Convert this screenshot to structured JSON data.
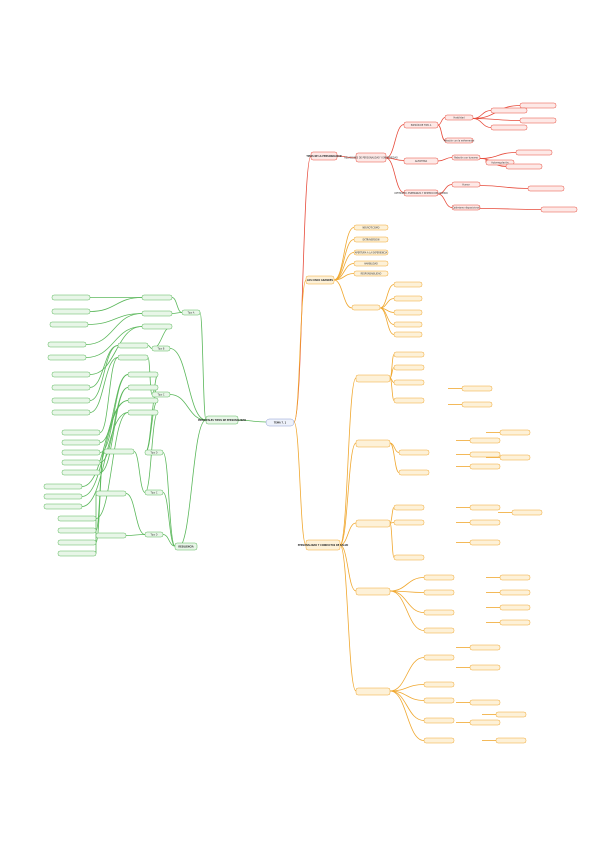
{
  "root": {
    "label": "TEMA 7. 1"
  },
  "branches": {
    "red": {
      "color": "#e74c3c",
      "fill": "#fde9e7",
      "title": "TIPOS DE LA PERSONALIDAD",
      "mid": "RELACIONES DE PERSONALIDAD Y ENFERMEDAD",
      "level2": [
        "PATRÓN DE TIPO A",
        "ALEXITIMIA",
        "OPTIMISMO, ESPERANZA Y SENTIDO DEL HUMOR"
      ],
      "level3": [
        "Hostilidad",
        "Relación con la enfermedad",
        "Relación con tumores",
        "Humor",
        "Optimismo disposicional",
        "Autorregulación"
      ],
      "level4": [
        "",
        "",
        "",
        "",
        "",
        "",
        "",
        ""
      ]
    },
    "orange": {
      "color": "#f0a830",
      "fill": "#fdf1d8",
      "title1": "LOS CINCO GRANDES",
      "title2": "PERSONALIDAD Y CONDUCTAS DE SALUD",
      "big5": [
        "NEUROTICISMO",
        "EXTRAVERSIÓN",
        "APERTURA A LA EXPERIENCIA",
        "AMABILIDAD",
        "RESPONSABILIDAD"
      ],
      "level3": [
        "",
        "",
        "",
        "",
        "",
        "",
        "",
        "",
        "",
        "",
        "",
        "",
        "",
        "",
        "",
        "",
        "",
        "",
        "",
        "",
        "",
        "",
        "",
        ""
      ],
      "level4": [
        "",
        "",
        "",
        "",
        "",
        "",
        "",
        "",
        "",
        "",
        "",
        "",
        "",
        "",
        "",
        "",
        "",
        "",
        "",
        "",
        "",
        ""
      ]
    },
    "green": {
      "color": "#5cb85c",
      "fill": "#e8f6e8",
      "title1": "PRINCIPALES TIPOS DE PERSONALIDAD",
      "title2": "RESILIENCIA",
      "level2": [
        "Tipo A",
        "Tipo B",
        "Tipo C",
        "Tipo D",
        "Tipo C",
        "Tipo D"
      ],
      "level3": [
        "",
        "",
        "",
        "",
        "",
        "",
        "",
        "",
        "",
        "",
        "",
        "",
        "",
        "",
        "",
        "",
        ""
      ],
      "level4": [
        "",
        "",
        "",
        "",
        "",
        "",
        "",
        "",
        "",
        "",
        "",
        "",
        "",
        "",
        "",
        "",
        "",
        "",
        ""
      ]
    }
  }
}
